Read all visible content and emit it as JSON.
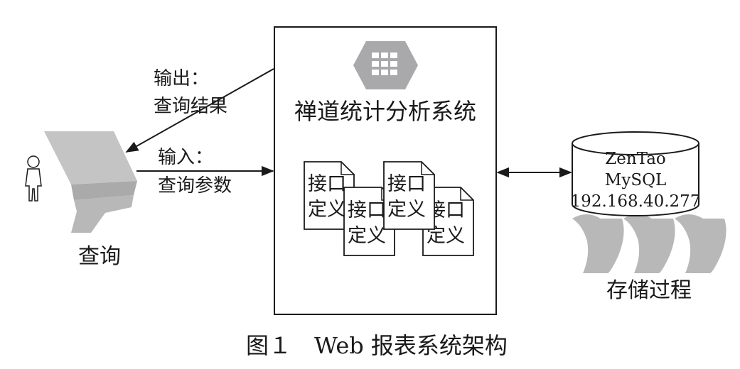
{
  "system": {
    "title": "禅道统计分析系统",
    "interfaces": [
      {
        "line1": "接口",
        "line2": "定义"
      },
      {
        "line1": "接口",
        "line2": "定义"
      },
      {
        "line1": "接口",
        "line2": "定义"
      },
      {
        "line1": "接口",
        "line2": "定义"
      }
    ]
  },
  "flows": {
    "output_line1": "输出：",
    "output_line2": "查询结果",
    "input_line1": "输入：",
    "input_line2": "查询参数"
  },
  "query": {
    "label": "查询"
  },
  "database": {
    "line1": "ZenTao",
    "line2": "MySQL",
    "line3": "192.168.40.277"
  },
  "procedures": {
    "label": "存储过程"
  },
  "caption": {
    "text": "图１　Web 报表系统架构"
  },
  "colors": {
    "line": "#1a1a1a",
    "grey": "#b3b3b3",
    "hexagon": "#a9a9ab"
  },
  "icons": [
    "person-icon",
    "kiosk-icon",
    "grid-hexagon-icon",
    "document-icon",
    "database-cylinder-icon",
    "scroll-icon"
  ]
}
